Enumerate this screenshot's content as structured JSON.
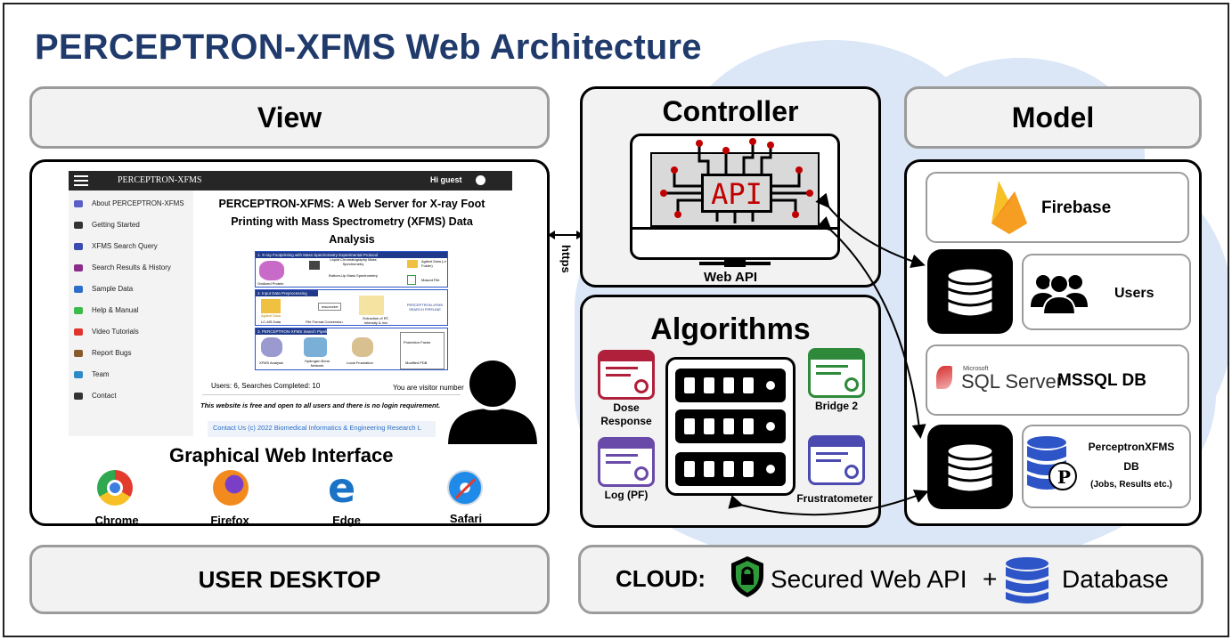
{
  "title": "PERCEPTRON-XFMS Web Architecture",
  "view": {
    "header": "View",
    "caption": "Graphical Web Interface",
    "footer": "USER DESKTOP",
    "browsers": [
      "Chrome",
      "Firefox",
      "Edge",
      "Safari"
    ],
    "screenshot": {
      "logo": "PERCEPTRON-XFMS",
      "greeting": "Hi guest",
      "menu": [
        "About PERCEPTRON-XFMS",
        "Getting Started",
        "XFMS Search Query",
        "Search Results & History",
        "Sample Data",
        "Help & Manual",
        "Video Tutorials",
        "Report Bugs",
        "Team",
        "Contact"
      ],
      "heading": "PERCEPTRON-XFMS: A Web Server for X-ray Foot Printing with Mass Spectrometry (XFMS) Data Analysis",
      "stats_left": "Users: 6,  Searches Completed: 10",
      "stats_right": "You are visitor number",
      "notice": "This website is free and open to all users and there is no login requirement.",
      "footer": "Contact Us   (c) 2022 Biomedical Informatics & Engineering Research L",
      "panel_titles": [
        "1. X-ray Footprinting with Mass Spectrometry Experimental Protocol",
        "2. Input Data Preprocessing",
        "3. PERCEPTRON-XFMS Search Pipeline"
      ],
      "panel1_labels": [
        "Oxidized Protein",
        "Liquid Chromatography Mass Spectrometry",
        "Bottom-Up Mass Spectrometry",
        "Agilent Data (.d Folder)",
        "Mascot File"
      ],
      "panel2_labels": [
        "Agilent Data",
        "msconvert",
        "LC-MS Data",
        "File Format Conversion",
        "Extraction of RT, Intensity & m/z",
        "PERCEPTRON-XFMS SEARCH PIPELINE"
      ],
      "panel3_labels": [
        "XFMS Analysis",
        "Hydrogen Bond Network",
        "Local Frustration",
        "Protection Factor",
        "Modified PDB"
      ]
    }
  },
  "link_label": "https",
  "controller": {
    "header": "Controller",
    "api_text": "API",
    "caption": "Web API"
  },
  "algorithms": {
    "header": "Algorithms",
    "items": [
      "Dose Response",
      "Log (PF)",
      "Bridge 2",
      "Frustratometer"
    ]
  },
  "model": {
    "header": "Model",
    "firebase": "Firebase",
    "users": "Users",
    "mssql_brand_small": "Microsoft",
    "mssql_brand": "SQL Server",
    "mssql": "MSSQL DB",
    "pxdb_line1": "PerceptronXFMS",
    "pxdb_line2": "DB",
    "pxdb_line3": "(Jobs, Results etc.)"
  },
  "cloud": {
    "label": "CLOUD:",
    "api": "Secured Web API",
    "plus": "+",
    "db": "Database"
  },
  "colors": {
    "title": "#1f3a6b",
    "cloud": "#dbe6f6",
    "pill_fill": "#f2f2f2",
    "pill_border": "#9b9b9b",
    "api_red": "#c00000",
    "db_blue": "#2e55c8"
  }
}
